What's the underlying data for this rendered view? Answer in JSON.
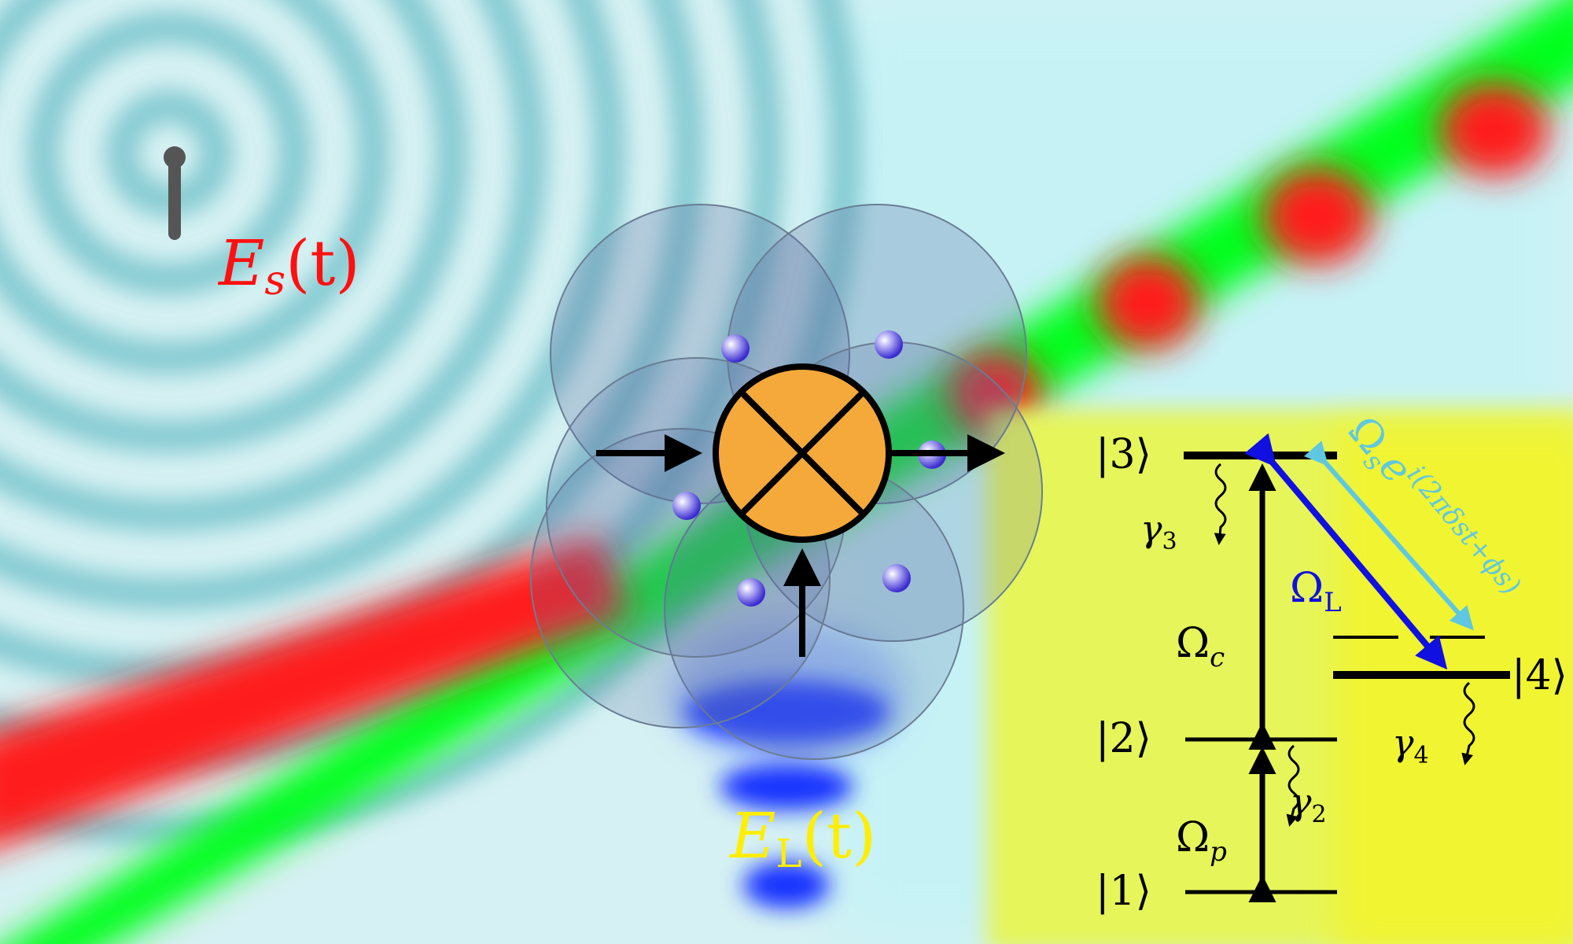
{
  "labels": {
    "source_field_main": "E",
    "source_field_sub": "s",
    "source_field_arg": "(t)",
    "local_field_main": "E",
    "local_field_sub": "L",
    "local_field_arg": "(t)",
    "coupling_main": "Ω",
    "coupling_sub": "s",
    "coupling_exp": "e",
    "coupling_phase": "i(2πδst+ϕs)"
  },
  "levels": {
    "l3": "|3⟩",
    "l4": "|4⟩",
    "l2": "|2⟩",
    "l1": "|1⟩"
  },
  "rates": {
    "g3_main": "γ",
    "g3_sub": "3",
    "g4_main": "γ",
    "g4_sub": "4",
    "g2_main": "γ",
    "g2_sub": "2"
  },
  "couplings": {
    "c_main": "Ω",
    "c_sub": "c",
    "p_main": "Ω",
    "p_sub": "p",
    "L_main": "Ω",
    "L_sub": "L"
  },
  "colors": {
    "source_field": "#ff1010",
    "local_field": "#ffee00",
    "coupling_s": "#5fc8e0",
    "coupling_L": "#1010e0",
    "mixer_fill": "#f6a93b",
    "panel": "#e6f55a",
    "beam_green": "#00ff1a",
    "beam_red": "#ff1a1a"
  }
}
